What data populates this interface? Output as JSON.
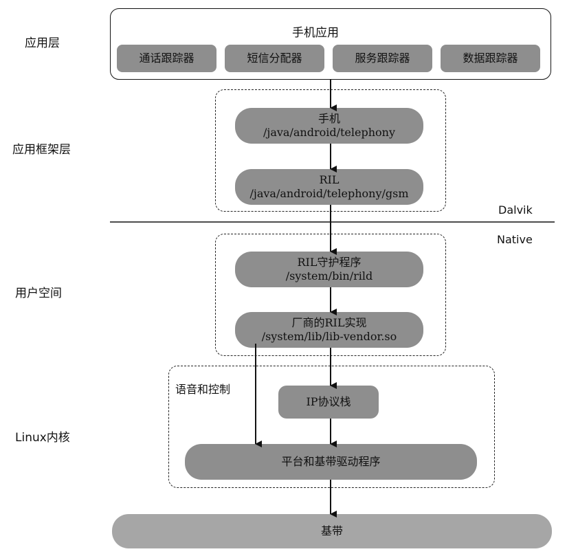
{
  "layers": {
    "app": "应用层",
    "framework": "应用框架层",
    "userspace": "用户空间",
    "kernel": "Linux内核"
  },
  "app_box": {
    "title": "手机应用",
    "items": [
      "通话跟踪器",
      "短信分配器",
      "服务跟踪器",
      "数据跟踪器"
    ]
  },
  "framework_box": {
    "phone": {
      "line1": "手机",
      "line2": "/java/android/telephony"
    },
    "ril": {
      "line1": "RIL",
      "line2": "/java/android/telephony/gsm"
    }
  },
  "divider": {
    "upper": "Dalvik",
    "lower": "Native"
  },
  "userspace_box": {
    "daemon": {
      "line1": "RIL守护程序",
      "line2": "/system/bin/rild"
    },
    "vendor": {
      "line1": "厂商的RIL实现",
      "line2": "/system/lib/lib-vendor.so"
    }
  },
  "kernel_box": {
    "voice_label": "语音和控制",
    "ip_stack": "IP协议栈",
    "drivers": "平台和基带驱动程序"
  },
  "baseband": "基带"
}
